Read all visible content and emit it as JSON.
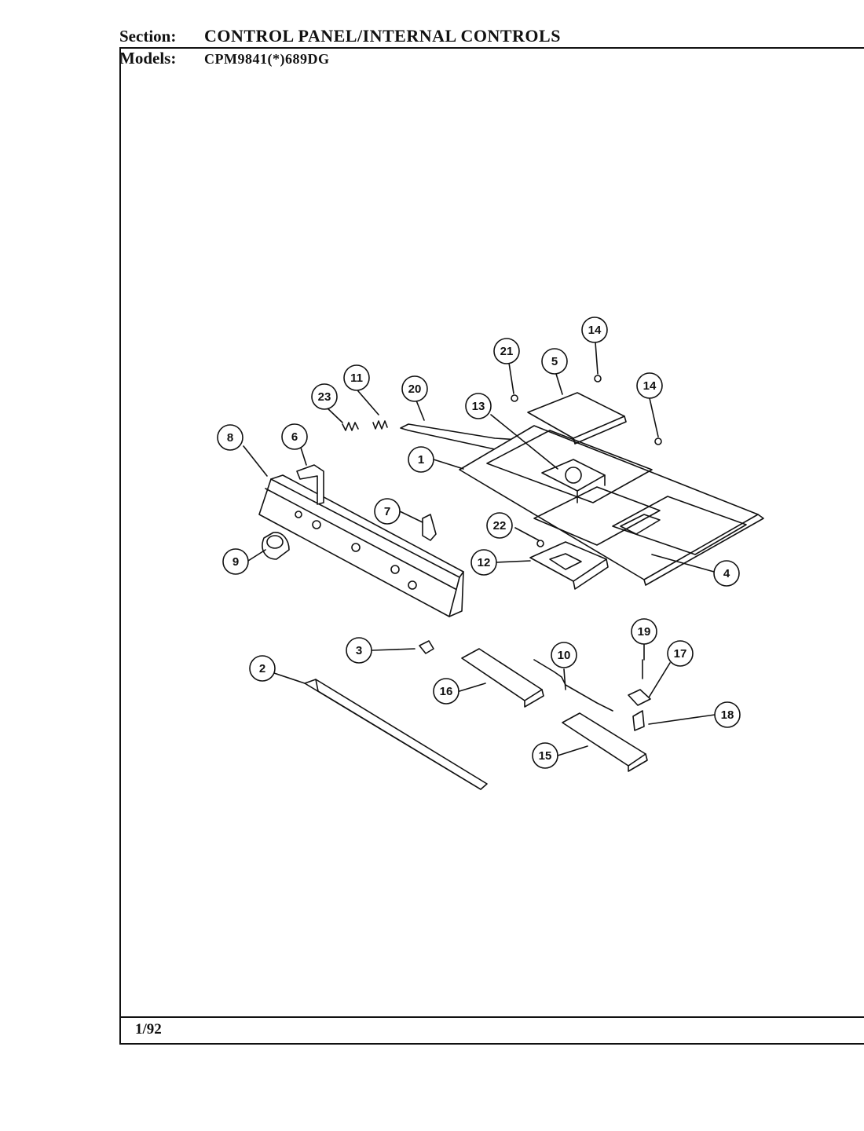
{
  "header": {
    "section_label": "Section:",
    "section_value": "CONTROL PANEL/INTERNAL CONTROLS",
    "models_label": "Models:",
    "models_value": "CPM9841(*)689DG"
  },
  "footer": {
    "date": "1/92"
  },
  "callouts": [
    {
      "name": "callout-1",
      "label": "1"
    },
    {
      "name": "callout-2",
      "label": "2"
    },
    {
      "name": "callout-3",
      "label": "3"
    },
    {
      "name": "callout-4",
      "label": "4"
    },
    {
      "name": "callout-5",
      "label": "5"
    },
    {
      "name": "callout-6",
      "label": "6"
    },
    {
      "name": "callout-7",
      "label": "7"
    },
    {
      "name": "callout-8",
      "label": "8"
    },
    {
      "name": "callout-9",
      "label": "9"
    },
    {
      "name": "callout-10",
      "label": "10"
    },
    {
      "name": "callout-11",
      "label": "11"
    },
    {
      "name": "callout-12",
      "label": "12"
    },
    {
      "name": "callout-13",
      "label": "13"
    },
    {
      "name": "callout-14a",
      "label": "14"
    },
    {
      "name": "callout-14b",
      "label": "14"
    },
    {
      "name": "callout-15",
      "label": "15"
    },
    {
      "name": "callout-16",
      "label": "16"
    },
    {
      "name": "callout-17",
      "label": "17"
    },
    {
      "name": "callout-18",
      "label": "18"
    },
    {
      "name": "callout-19",
      "label": "19"
    },
    {
      "name": "callout-20",
      "label": "20"
    },
    {
      "name": "callout-21",
      "label": "21"
    },
    {
      "name": "callout-22",
      "label": "22"
    },
    {
      "name": "callout-23",
      "label": "23"
    }
  ]
}
